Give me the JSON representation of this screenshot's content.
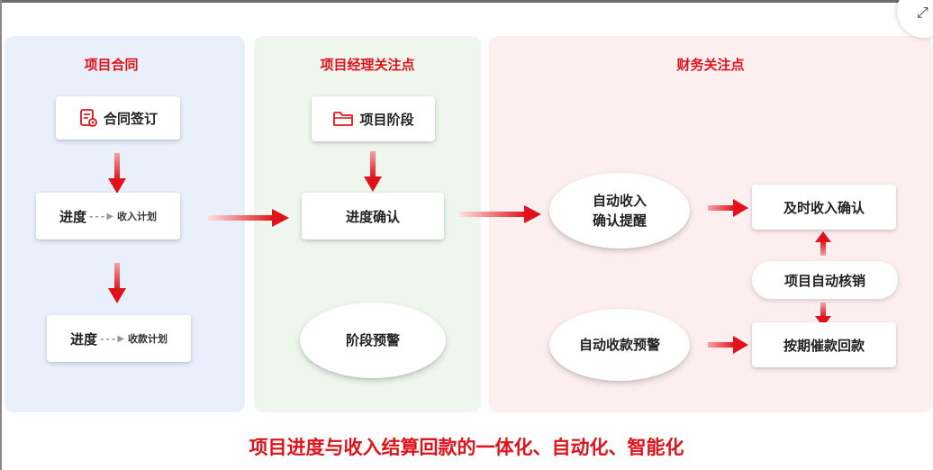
{
  "columns": {
    "contract": {
      "title": "项目合同"
    },
    "pm": {
      "title": "项目经理关注点"
    },
    "finance": {
      "title": "财务关注点"
    }
  },
  "nodes": {
    "contract_sign": "合同签订",
    "progress_1": "进度",
    "income_plan": "收入计划",
    "progress_2": "进度",
    "collection_plan": "收款计划",
    "project_stage": "项目阶段",
    "progress_confirm": "进度确认",
    "stage_warning": "阶段预警",
    "auto_income_line1": "自动收入",
    "auto_income_line2": "确认提醒",
    "timely_income_confirm": "及时收入确认",
    "auto_writeoff": "项目自动核销",
    "auto_collection_warning": "自动收款预警",
    "scheduled_collection": "按期催款回款"
  },
  "footer": {
    "title": "项目进度与收入结算回款的一体化、自动化、智能化"
  },
  "colors": {
    "accent": "#e0121b",
    "col1_bg": "#eaf0fb",
    "col2_bg": "#eef6ee",
    "col3_bg": "#fdeff0"
  },
  "icons": {
    "contract_sign": "contract-document-icon",
    "project_stage": "folder-icon",
    "corner": "expand-icon"
  }
}
